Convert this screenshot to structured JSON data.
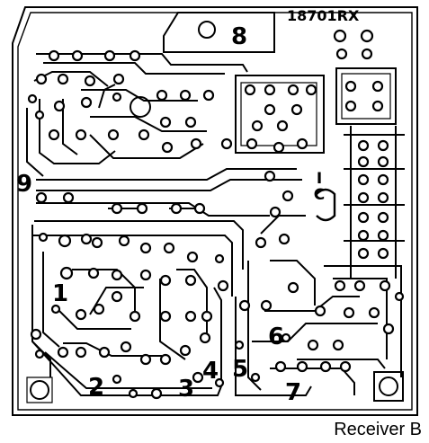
{
  "board": {
    "code": "18701RX",
    "caption": "Receiver B",
    "ic_mark": "I\nC"
  },
  "test_points": {
    "p1": "1",
    "p2": "2",
    "p3": "3",
    "p4": "4",
    "p5": "5",
    "p6": "6",
    "p7": "7",
    "p8": "8",
    "p9": "9"
  }
}
